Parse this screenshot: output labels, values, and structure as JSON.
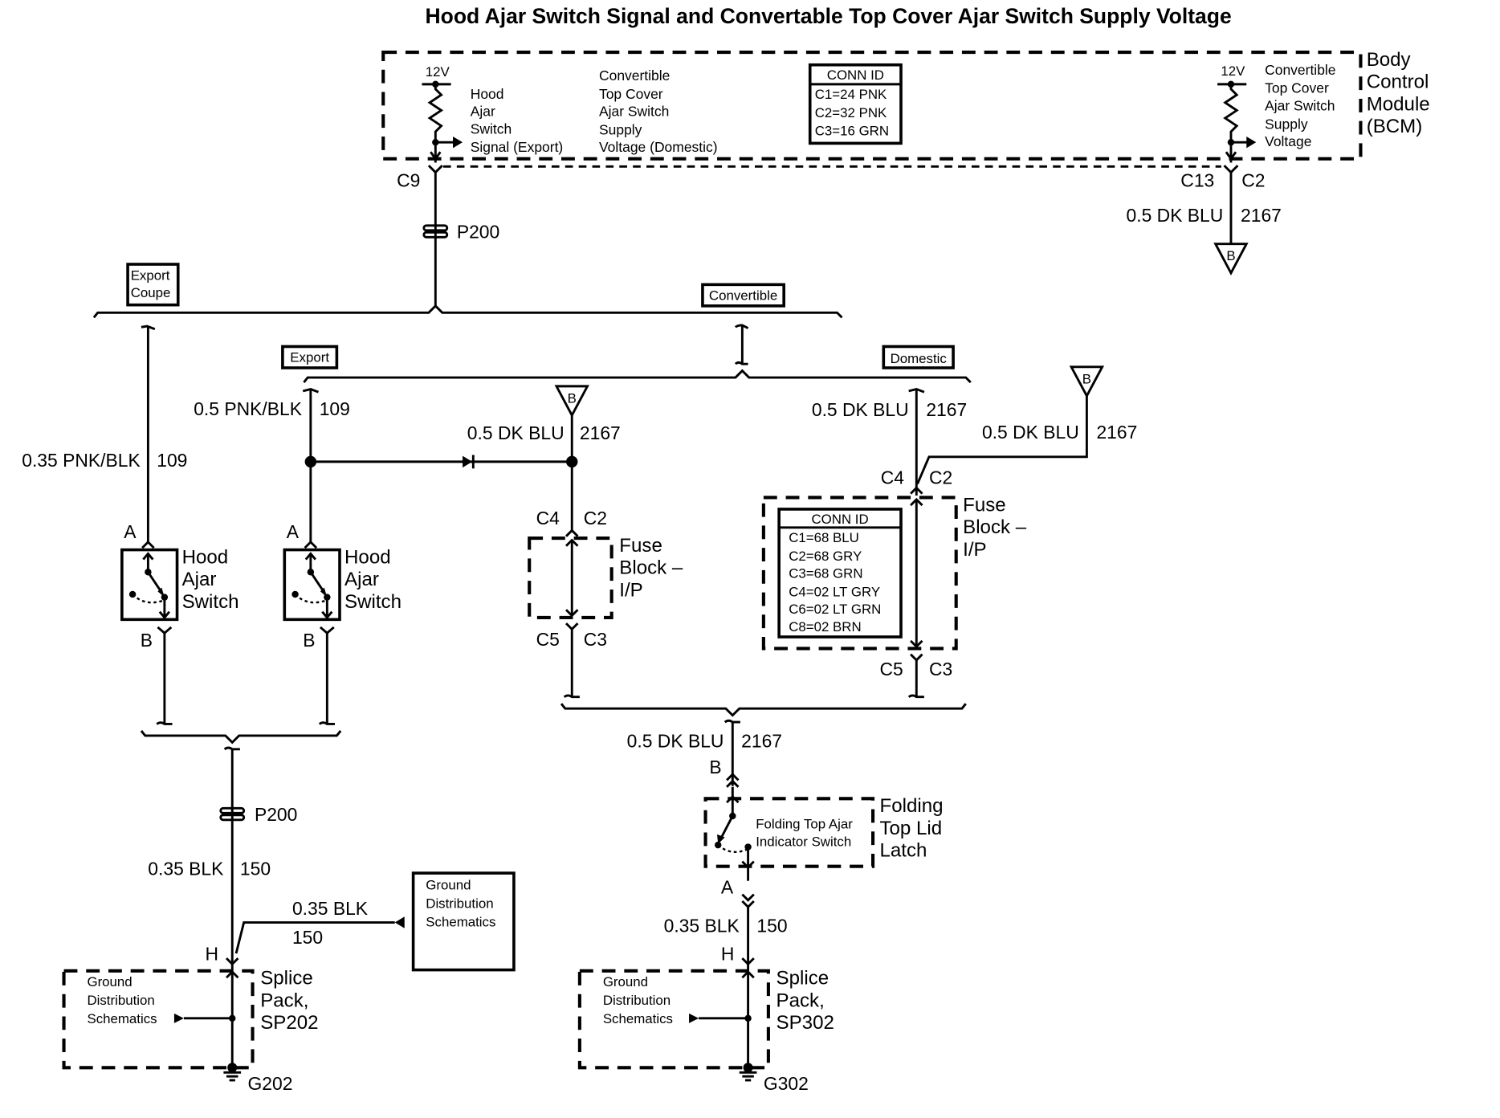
{
  "title": "Hood Ajar Switch Signal and Convertable Top Cover Ajar Switch Supply Voltage",
  "bcm": {
    "label_lines": [
      "Body",
      "Control",
      "Module",
      "(BCM)"
    ],
    "left_voltage": "12V",
    "hood_signal_lines": [
      "Hood",
      "Ajar",
      "Switch",
      "Signal (Export)"
    ],
    "conv_domestic_lines": [
      "Convertible",
      "Top Cover",
      "Ajar Switch",
      "Supply",
      "Voltage (Domestic)"
    ],
    "right_voltage": "12V",
    "conv_supply_lines": [
      "Convertible",
      "Top Cover",
      "Ajar Switch",
      "Supply",
      "Voltage"
    ],
    "conn_id": {
      "header": "CONN ID",
      "rows": [
        "C1=24 PNK",
        "C2=32 PNK",
        "C3=16 GRN"
      ]
    },
    "connector_left": "C9",
    "connector_right_a": "C13",
    "connector_right_b": "C2"
  },
  "wires": {
    "bcm_right_wire": {
      "color": "0.5 DK BLU",
      "circuit": "2167"
    },
    "export_coupe_wire": {
      "color": "0.35 PNK/BLK",
      "circuit": "109"
    },
    "export_wire": {
      "color": "0.5 PNK/BLK",
      "circuit": "109"
    },
    "export_dkblu_wire": {
      "color": "0.5 DK BLU",
      "circuit": "2167"
    },
    "domestic_wire": {
      "color": "0.5 DK BLU",
      "circuit": "2167"
    },
    "domestic_b_wire": {
      "color": "0.5 DK BLU",
      "circuit": "2167"
    },
    "latch_wire": {
      "color": "0.5 DK BLU",
      "circuit": "2167"
    },
    "ground_wire_left": {
      "color": "0.35 BLK",
      "circuit": "150"
    },
    "ground_wire_left_branch": {
      "color": "0.35 BLK",
      "circuit": "150"
    },
    "ground_wire_right": {
      "color": "0.35 BLK",
      "circuit": "150"
    }
  },
  "splices": {
    "p200_top": "P200",
    "p200_bottom": "P200"
  },
  "options": {
    "export_coupe": [
      "Export",
      "Coupe"
    ],
    "convertible": "Convertible",
    "export": "Export",
    "domestic": "Domestic"
  },
  "offpage_ref": "B",
  "hood_switch": {
    "label_lines": [
      "Hood",
      "Ajar",
      "Switch"
    ],
    "pin_a": "A",
    "pin_b": "B"
  },
  "fuse_block_left": {
    "label_lines": [
      "Fuse",
      "Block –",
      "I/P"
    ],
    "top_a": "C4",
    "top_b": "C2",
    "bot_a": "C5",
    "bot_b": "C3"
  },
  "fuse_block_right": {
    "label_lines": [
      "Fuse",
      "Block –",
      "I/P"
    ],
    "top_a": "C4",
    "top_b": "C2",
    "bot_a": "C5",
    "bot_b": "C3",
    "conn_id": {
      "header": "CONN ID",
      "rows": [
        "C1=68 BLU",
        "C2=68 GRY",
        "C3=68 GRN",
        "C4=02 LT GRY",
        "C6=02 LT GRN",
        "C8=02 BRN"
      ]
    }
  },
  "latch": {
    "label_lines": [
      "Folding",
      "Top Lid",
      "Latch"
    ],
    "inner_lines": [
      "Folding Top Ajar",
      "Indicator Switch"
    ],
    "pin_b": "B",
    "pin_a": "A"
  },
  "ground_ref_box": [
    "Ground",
    "Distribution",
    "Schematics"
  ],
  "splice_left": {
    "label_lines": [
      "Splice",
      "Pack,",
      "SP202"
    ],
    "pin": "H",
    "inner_lines": [
      "Ground",
      "Distribution",
      "Schematics"
    ],
    "ground": "G202"
  },
  "splice_right": {
    "label_lines": [
      "Splice",
      "Pack,",
      "SP302"
    ],
    "pin": "H",
    "inner_lines": [
      "Ground",
      "Distribution",
      "Schematics"
    ],
    "ground": "G302"
  }
}
